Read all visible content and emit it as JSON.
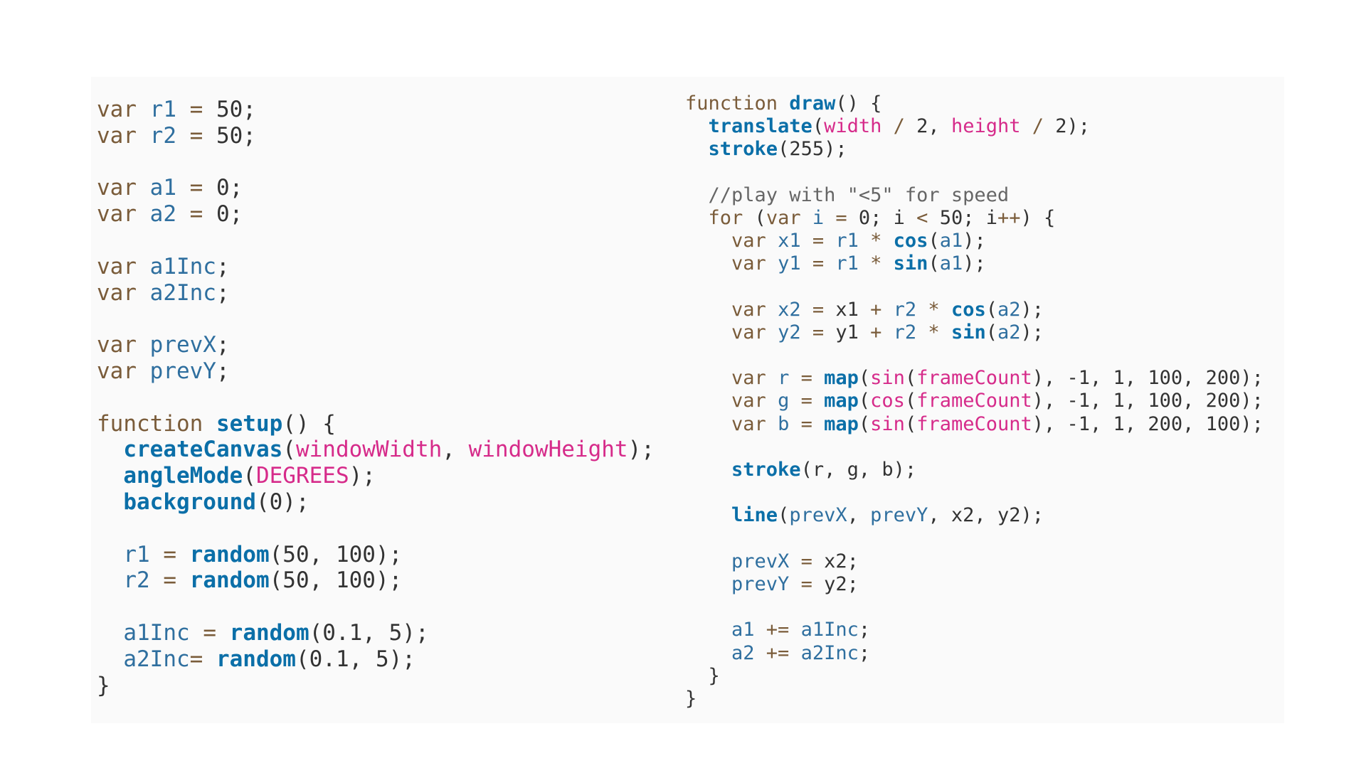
{
  "colors": {
    "panel_background": "#fafafa",
    "keyword": "#7a5c3a",
    "variable": "#2f6f9f",
    "function_call": "#0b6fa8",
    "builtin_constant": "#d62b8a",
    "comment": "#666666",
    "plain": "#333333"
  },
  "left_panel": {
    "lines": [
      [
        {
          "t": "kw",
          "v": "var "
        },
        {
          "t": "var",
          "v": "r1"
        },
        {
          "t": "op",
          "v": " = "
        },
        {
          "t": "pl",
          "v": "50;"
        }
      ],
      [
        {
          "t": "kw",
          "v": "var "
        },
        {
          "t": "var",
          "v": "r2"
        },
        {
          "t": "op",
          "v": " = "
        },
        {
          "t": "pl",
          "v": "50;"
        }
      ],
      [],
      [
        {
          "t": "kw",
          "v": "var "
        },
        {
          "t": "var",
          "v": "a1"
        },
        {
          "t": "op",
          "v": " = "
        },
        {
          "t": "pl",
          "v": "0;"
        }
      ],
      [
        {
          "t": "kw",
          "v": "var "
        },
        {
          "t": "var",
          "v": "a2"
        },
        {
          "t": "op",
          "v": " = "
        },
        {
          "t": "pl",
          "v": "0;"
        }
      ],
      [],
      [
        {
          "t": "kw",
          "v": "var "
        },
        {
          "t": "var",
          "v": "a1Inc"
        },
        {
          "t": "pl",
          "v": ";"
        }
      ],
      [
        {
          "t": "kw",
          "v": "var "
        },
        {
          "t": "var",
          "v": "a2Inc"
        },
        {
          "t": "pl",
          "v": ";"
        }
      ],
      [],
      [
        {
          "t": "kw",
          "v": "var "
        },
        {
          "t": "var",
          "v": "prevX"
        },
        {
          "t": "pl",
          "v": ";"
        }
      ],
      [
        {
          "t": "kw",
          "v": "var "
        },
        {
          "t": "var",
          "v": "prevY"
        },
        {
          "t": "pl",
          "v": ";"
        }
      ],
      [],
      [
        {
          "t": "kw",
          "v": "function "
        },
        {
          "t": "fn",
          "v": "setup"
        },
        {
          "t": "pl",
          "v": "() {"
        }
      ],
      [
        {
          "t": "pl",
          "v": "  "
        },
        {
          "t": "fn",
          "v": "createCanvas"
        },
        {
          "t": "pl",
          "v": "("
        },
        {
          "t": "const",
          "v": "windowWidth"
        },
        {
          "t": "pl",
          "v": ", "
        },
        {
          "t": "const",
          "v": "windowHeight"
        },
        {
          "t": "pl",
          "v": ");"
        }
      ],
      [
        {
          "t": "pl",
          "v": "  "
        },
        {
          "t": "fn",
          "v": "angleMode"
        },
        {
          "t": "pl",
          "v": "("
        },
        {
          "t": "const",
          "v": "DEGREES"
        },
        {
          "t": "pl",
          "v": ");"
        }
      ],
      [
        {
          "t": "pl",
          "v": "  "
        },
        {
          "t": "fn",
          "v": "background"
        },
        {
          "t": "pl",
          "v": "(0);"
        }
      ],
      [],
      [
        {
          "t": "pl",
          "v": "  "
        },
        {
          "t": "var",
          "v": "r1"
        },
        {
          "t": "op",
          "v": " = "
        },
        {
          "t": "fn",
          "v": "random"
        },
        {
          "t": "pl",
          "v": "(50, 100);"
        }
      ],
      [
        {
          "t": "pl",
          "v": "  "
        },
        {
          "t": "var",
          "v": "r2"
        },
        {
          "t": "op",
          "v": " = "
        },
        {
          "t": "fn",
          "v": "random"
        },
        {
          "t": "pl",
          "v": "(50, 100);"
        }
      ],
      [],
      [
        {
          "t": "pl",
          "v": "  "
        },
        {
          "t": "var",
          "v": "a1Inc"
        },
        {
          "t": "op",
          "v": " = "
        },
        {
          "t": "fn",
          "v": "random"
        },
        {
          "t": "pl",
          "v": "(0.1, 5);"
        }
      ],
      [
        {
          "t": "pl",
          "v": "  "
        },
        {
          "t": "var",
          "v": "a2Inc"
        },
        {
          "t": "op",
          "v": "= "
        },
        {
          "t": "fn",
          "v": "random"
        },
        {
          "t": "pl",
          "v": "(0.1, 5);"
        }
      ],
      [
        {
          "t": "pl",
          "v": "}"
        }
      ]
    ]
  },
  "right_panel": {
    "lines": [
      [
        {
          "t": "kw",
          "v": "function "
        },
        {
          "t": "fn",
          "v": "draw"
        },
        {
          "t": "pl",
          "v": "() {"
        }
      ],
      [
        {
          "t": "pl",
          "v": "  "
        },
        {
          "t": "fn",
          "v": "translate"
        },
        {
          "t": "pl",
          "v": "("
        },
        {
          "t": "const",
          "v": "width"
        },
        {
          "t": "op",
          "v": " / "
        },
        {
          "t": "pl",
          "v": "2, "
        },
        {
          "t": "const",
          "v": "height"
        },
        {
          "t": "op",
          "v": " / "
        },
        {
          "t": "pl",
          "v": "2);"
        }
      ],
      [
        {
          "t": "pl",
          "v": "  "
        },
        {
          "t": "fn",
          "v": "stroke"
        },
        {
          "t": "pl",
          "v": "(255);"
        }
      ],
      [],
      [
        {
          "t": "pl",
          "v": "  "
        },
        {
          "t": "cm",
          "v": "//play with \"<5\" for speed"
        }
      ],
      [
        {
          "t": "pl",
          "v": "  "
        },
        {
          "t": "kw",
          "v": "for"
        },
        {
          "t": "pl",
          "v": " ("
        },
        {
          "t": "kw",
          "v": "var "
        },
        {
          "t": "var",
          "v": "i"
        },
        {
          "t": "op",
          "v": " = "
        },
        {
          "t": "pl",
          "v": "0; i "
        },
        {
          "t": "op",
          "v": "<"
        },
        {
          "t": "pl",
          "v": " 50; i"
        },
        {
          "t": "op",
          "v": "++"
        },
        {
          "t": "pl",
          "v": ") {"
        }
      ],
      [
        {
          "t": "pl",
          "v": "    "
        },
        {
          "t": "kw",
          "v": "var "
        },
        {
          "t": "var",
          "v": "x1"
        },
        {
          "t": "op",
          "v": " = "
        },
        {
          "t": "var",
          "v": "r1"
        },
        {
          "t": "op",
          "v": " * "
        },
        {
          "t": "fn",
          "v": "cos"
        },
        {
          "t": "pl",
          "v": "("
        },
        {
          "t": "var",
          "v": "a1"
        },
        {
          "t": "pl",
          "v": ");"
        }
      ],
      [
        {
          "t": "pl",
          "v": "    "
        },
        {
          "t": "kw",
          "v": "var "
        },
        {
          "t": "var",
          "v": "y1"
        },
        {
          "t": "op",
          "v": " = "
        },
        {
          "t": "var",
          "v": "r1"
        },
        {
          "t": "op",
          "v": " * "
        },
        {
          "t": "fn",
          "v": "sin"
        },
        {
          "t": "pl",
          "v": "("
        },
        {
          "t": "var",
          "v": "a1"
        },
        {
          "t": "pl",
          "v": ");"
        }
      ],
      [],
      [
        {
          "t": "pl",
          "v": "    "
        },
        {
          "t": "kw",
          "v": "var "
        },
        {
          "t": "var",
          "v": "x2"
        },
        {
          "t": "op",
          "v": " = "
        },
        {
          "t": "pl",
          "v": "x1"
        },
        {
          "t": "op",
          "v": " + "
        },
        {
          "t": "var",
          "v": "r2"
        },
        {
          "t": "op",
          "v": " * "
        },
        {
          "t": "fn",
          "v": "cos"
        },
        {
          "t": "pl",
          "v": "("
        },
        {
          "t": "var",
          "v": "a2"
        },
        {
          "t": "pl",
          "v": ");"
        }
      ],
      [
        {
          "t": "pl",
          "v": "    "
        },
        {
          "t": "kw",
          "v": "var "
        },
        {
          "t": "var",
          "v": "y2"
        },
        {
          "t": "op",
          "v": " = "
        },
        {
          "t": "pl",
          "v": "y1"
        },
        {
          "t": "op",
          "v": " + "
        },
        {
          "t": "var",
          "v": "r2"
        },
        {
          "t": "op",
          "v": " * "
        },
        {
          "t": "fn",
          "v": "sin"
        },
        {
          "t": "pl",
          "v": "("
        },
        {
          "t": "var",
          "v": "a2"
        },
        {
          "t": "pl",
          "v": ");"
        }
      ],
      [],
      [
        {
          "t": "pl",
          "v": "    "
        },
        {
          "t": "kw",
          "v": "var "
        },
        {
          "t": "var",
          "v": "r"
        },
        {
          "t": "op",
          "v": " = "
        },
        {
          "t": "fn",
          "v": "map"
        },
        {
          "t": "pl",
          "v": "("
        },
        {
          "t": "const",
          "v": "sin"
        },
        {
          "t": "pl",
          "v": "("
        },
        {
          "t": "const",
          "v": "frameCount"
        },
        {
          "t": "pl",
          "v": "), -1, 1, 100, 200);"
        }
      ],
      [
        {
          "t": "pl",
          "v": "    "
        },
        {
          "t": "kw",
          "v": "var "
        },
        {
          "t": "var",
          "v": "g"
        },
        {
          "t": "op",
          "v": " = "
        },
        {
          "t": "fn",
          "v": "map"
        },
        {
          "t": "pl",
          "v": "("
        },
        {
          "t": "const",
          "v": "cos"
        },
        {
          "t": "pl",
          "v": "("
        },
        {
          "t": "const",
          "v": "frameCount"
        },
        {
          "t": "pl",
          "v": "), -1, 1, 100, 200);"
        }
      ],
      [
        {
          "t": "pl",
          "v": "    "
        },
        {
          "t": "kw",
          "v": "var "
        },
        {
          "t": "var",
          "v": "b"
        },
        {
          "t": "op",
          "v": " = "
        },
        {
          "t": "fn",
          "v": "map"
        },
        {
          "t": "pl",
          "v": "("
        },
        {
          "t": "const",
          "v": "sin"
        },
        {
          "t": "pl",
          "v": "("
        },
        {
          "t": "const",
          "v": "frameCount"
        },
        {
          "t": "pl",
          "v": "), -1, 1, 200, 100);"
        }
      ],
      [],
      [
        {
          "t": "pl",
          "v": "    "
        },
        {
          "t": "fn",
          "v": "stroke"
        },
        {
          "t": "pl",
          "v": "(r, g, b);"
        }
      ],
      [],
      [
        {
          "t": "pl",
          "v": "    "
        },
        {
          "t": "fn",
          "v": "line"
        },
        {
          "t": "pl",
          "v": "("
        },
        {
          "t": "var",
          "v": "prevX"
        },
        {
          "t": "pl",
          "v": ", "
        },
        {
          "t": "var",
          "v": "prevY"
        },
        {
          "t": "pl",
          "v": ", x2, y2);"
        }
      ],
      [],
      [
        {
          "t": "pl",
          "v": "    "
        },
        {
          "t": "var",
          "v": "prevX"
        },
        {
          "t": "op",
          "v": " = "
        },
        {
          "t": "pl",
          "v": "x2;"
        }
      ],
      [
        {
          "t": "pl",
          "v": "    "
        },
        {
          "t": "var",
          "v": "prevY"
        },
        {
          "t": "op",
          "v": " = "
        },
        {
          "t": "pl",
          "v": "y2;"
        }
      ],
      [],
      [
        {
          "t": "pl",
          "v": "    "
        },
        {
          "t": "var",
          "v": "a1"
        },
        {
          "t": "op",
          "v": " += "
        },
        {
          "t": "var",
          "v": "a1Inc"
        },
        {
          "t": "pl",
          "v": ";"
        }
      ],
      [
        {
          "t": "pl",
          "v": "    "
        },
        {
          "t": "var",
          "v": "a2"
        },
        {
          "t": "op",
          "v": " += "
        },
        {
          "t": "var",
          "v": "a2Inc"
        },
        {
          "t": "pl",
          "v": ";"
        }
      ],
      [
        {
          "t": "pl",
          "v": "  }"
        }
      ],
      [
        {
          "t": "pl",
          "v": "}"
        }
      ]
    ]
  }
}
